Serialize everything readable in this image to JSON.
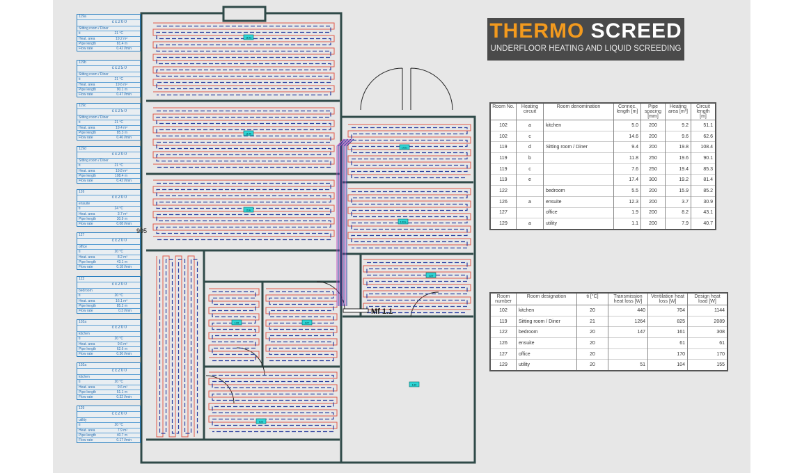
{
  "logo": {
    "brand_orange": "THERMO",
    "brand_white": "SCREED",
    "tagline": "UNDERFLOOR HEATING AND LIQUID SCREEDING",
    "colors": {
      "orange": "#f39a1e",
      "background": "#4a4a4a"
    }
  },
  "plan": {
    "manifold_label": "Mf 1.1",
    "dimension_label": "905",
    "colors": {
      "supply_pipe": "#e05a4a",
      "return_pipe": "#2b3fa0",
      "walls": "#2f4a48",
      "room_tag": "#2fd6d6"
    },
    "room_tags": [
      "119a",
      "119b",
      "119c",
      "102c",
      "102a",
      "129",
      "127",
      "126",
      "122",
      "130"
    ]
  },
  "legend": [
    {
      "id": "119a",
      "spacing": "cc200",
      "room": "Sitting room / Diner",
      "ti_label": "ti",
      "ti": "21 °C",
      "area_label": "Heat. area",
      "area": "19.2 m²",
      "pipe_label": "Pipe length",
      "pipe": "81.4 m",
      "flow_label": "Flow rate",
      "flow": "0.42 l/min"
    },
    {
      "id": "119b",
      "spacing": "cc250",
      "room": "Sitting room / Diner",
      "ti_label": "ti",
      "ti": "21 °C",
      "area_label": "Heat. area",
      "area": "19.6 m²",
      "pipe_label": "Pipe length",
      "pipe": "90.1 m",
      "flow_label": "Flow rate",
      "flow": "0.47 l/min"
    },
    {
      "id": "119c",
      "spacing": "cc250",
      "room": "Sitting room / Diner",
      "ti_label": "ti",
      "ti": "21 °C",
      "area_label": "Heat. area",
      "area": "19.4 m²",
      "pipe_label": "Pipe length",
      "pipe": "85.3 m",
      "flow_label": "Flow rate",
      "flow": "0.46 l/min"
    },
    {
      "id": "119d",
      "spacing": "cc200",
      "room": "Sitting room / Diner",
      "ti_label": "ti",
      "ti": "21 °C",
      "area_label": "Heat. area",
      "area": "19.8 m²",
      "pipe_label": "Pipe length",
      "pipe": "108.4 m",
      "flow_label": "Flow rate",
      "flow": "0.42 l/min"
    },
    {
      "id": "126",
      "spacing": "cc200",
      "room": "ensuite",
      "ti_label": "ti",
      "ti": "24 °C",
      "area_label": "Heat. area",
      "area": "3.7 m²",
      "pipe_label": "Pipe length",
      "pipe": "30.9 m",
      "flow_label": "Flow rate",
      "flow": "0.08 l/min"
    },
    {
      "id": "127",
      "spacing": "cc200",
      "room": "office",
      "ti_label": "ti",
      "ti": "20 °C",
      "area_label": "Heat. area",
      "area": "8.2 m²",
      "pipe_label": "Pipe length",
      "pipe": "43.1 m",
      "flow_label": "Flow rate",
      "flow": "0.18 l/min"
    },
    {
      "id": "122",
      "spacing": "cc200",
      "room": "bedroom",
      "ti_label": "ti",
      "ti": "20 °C",
      "area_label": "Heat. area",
      "area": "16.1 m²",
      "pipe_label": "Pipe length",
      "pipe": "85.2 m",
      "flow_label": "Flow rate",
      "flow": "0.3 l/min"
    },
    {
      "id": "102a",
      "spacing": "cc200",
      "room": "kitchen",
      "ti_label": "ti",
      "ti": "20 °C",
      "area_label": "Heat. area",
      "area": "9.6 m²",
      "pipe_label": "Pipe length",
      "pipe": "62.6 m",
      "flow_label": "Flow rate",
      "flow": "0.36 l/min"
    },
    {
      "id": "102a",
      "spacing": "cc200",
      "room": "kitchen",
      "ti_label": "ti",
      "ti": "20 °C",
      "area_label": "Heat. area",
      "area": "9.6 m²",
      "pipe_label": "Pipe length",
      "pipe": "51.1 m",
      "flow_label": "Flow rate",
      "flow": "0.32 l/min"
    },
    {
      "id": "129",
      "spacing": "cc200",
      "room": "utility",
      "ti_label": "ti",
      "ti": "20 °C",
      "area_label": "Heat. area",
      "area": "7.9 m²",
      "pipe_label": "Pipe length",
      "pipe": "40.7 m",
      "flow_label": "Flow rate",
      "flow": "0.17 l/min"
    }
  ],
  "circuit_table": {
    "headers": [
      "Room No.",
      "Heating circuit",
      "Room denomination",
      "Connec. length [m]",
      "Pipe spacing [mm]",
      "Heating area [m²]",
      "Circuit length [m]"
    ],
    "rows": [
      [
        "102",
        "a",
        "kitchen",
        "5.0",
        "200",
        "9.2",
        "51.1"
      ],
      [
        "102",
        "c",
        "",
        "14.6",
        "200",
        "9.6",
        "62.6"
      ],
      [
        "119",
        "d",
        "Sitting room /  Diner",
        "9.4",
        "200",
        "19.8",
        "108.4"
      ],
      [
        "119",
        "b",
        "",
        "11.8",
        "250",
        "19.6",
        "90.1"
      ],
      [
        "119",
        "c",
        "",
        "7.6",
        "250",
        "19.4",
        "85.3"
      ],
      [
        "119",
        "e",
        "",
        "17.4",
        "300",
        "19.2",
        "81.4"
      ],
      [
        "122",
        "",
        "bedroom",
        "5.5",
        "200",
        "15.9",
        "85.2"
      ],
      [
        "126",
        "a",
        "ensuite",
        "12.3",
        "200",
        "3.7",
        "30.9"
      ],
      [
        "127",
        "",
        "office",
        "1.9",
        "200",
        "8.2",
        "43.1"
      ],
      [
        "129",
        "a",
        "utility",
        "1.1",
        "200",
        "7.9",
        "40.7"
      ]
    ]
  },
  "heat_table": {
    "headers": [
      "Room number",
      "Room designation",
      "ti [°C]",
      "Transmission heat loss [W]",
      "Ventilation heat loss [W]",
      "Design heat load [W]"
    ],
    "rows": [
      [
        "102",
        "kitchen",
        "20",
        "440",
        "704",
        "1144"
      ],
      [
        "119",
        "Sitting room /  Diner",
        "21",
        "1264",
        "825",
        "2089"
      ],
      [
        "122",
        "bedroom",
        "20",
        "147",
        "161",
        "308"
      ],
      [
        "126",
        "ensuite",
        "20",
        "",
        "61",
        "61"
      ],
      [
        "127",
        "office",
        "20",
        "",
        "170",
        "170"
      ],
      [
        "129",
        "utility",
        "20",
        "51",
        "104",
        "155"
      ]
    ]
  }
}
